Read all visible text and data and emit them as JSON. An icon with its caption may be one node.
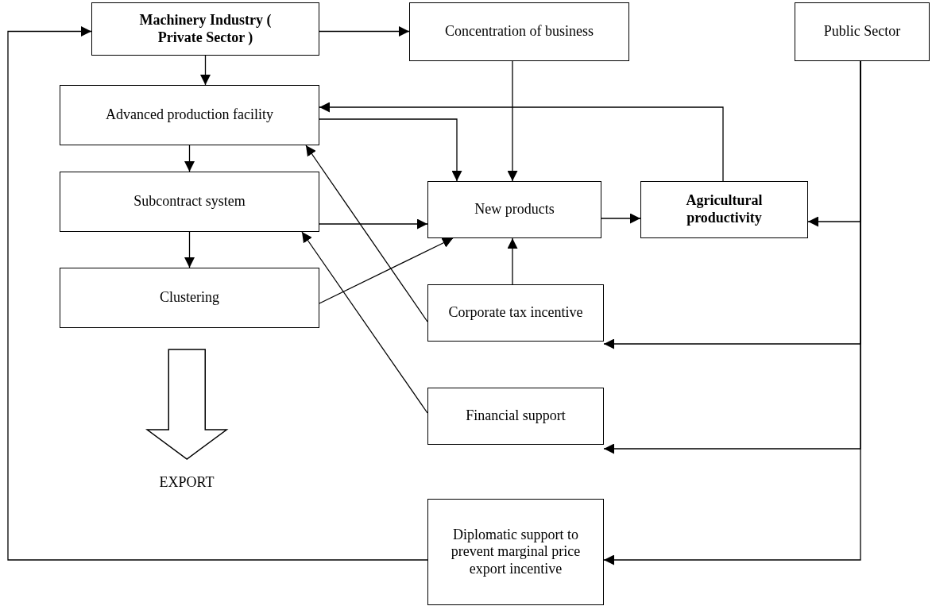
{
  "diagram": {
    "nodes": [
      {
        "text": [
          "Machinery Industry ( Private Sector )"
        ]
      },
      {
        "text": [
          "Concentration of business"
        ]
      },
      {
        "text": [
          "Public Sector"
        ]
      },
      {
        "text": [
          "Advanced production facility"
        ]
      },
      {
        "text": [
          "Subcontract system"
        ]
      },
      {
        "text": [
          "New products"
        ]
      },
      {
        "text": [
          "Agricultural productivity"
        ]
      },
      {
        "text": [
          "Clustering"
        ]
      },
      {
        "text": [
          "Corporate tax incentive"
        ]
      },
      {
        "text": [
          "Financial support"
        ]
      },
      {
        "text": [
          "EXPORT"
        ]
      },
      {
        "text": [
          "Diplomatic support to prevent marginal price export incentive"
        ]
      }
    ],
    "edges": [
      {
        "from": 0,
        "to": 1,
        "arrow": "to"
      },
      {
        "from": 0,
        "to": 3,
        "arrow": "to"
      },
      {
        "from": 3,
        "to": 4,
        "arrow": "to"
      },
      {
        "from": 4,
        "to": 7,
        "arrow": "to"
      },
      {
        "from": 7,
        "to": 10,
        "arrow": "to"
      },
      {
        "from": 1,
        "to": 5,
        "arrow": "to"
      },
      {
        "from": 3,
        "to": 5,
        "arrow": "to"
      },
      {
        "from": 6,
        "to": 3,
        "arrow": "to"
      },
      {
        "from": 4,
        "to": 5,
        "arrow": "to"
      },
      {
        "from": 5,
        "to": 6,
        "arrow": "to"
      },
      {
        "from": 7,
        "to": 5,
        "arrow": "to"
      },
      {
        "from": 8,
        "to": 5,
        "arrow": "to"
      },
      {
        "from": 8,
        "to": 3,
        "arrow": "to"
      },
      {
        "from": 9,
        "to": 4,
        "arrow": "to"
      },
      {
        "from": 2,
        "to": 6,
        "arrow": "to"
      },
      {
        "from": 2,
        "to": 8,
        "arrow": "to"
      },
      {
        "from": 2,
        "to": 9,
        "arrow": "to"
      },
      {
        "from": 2,
        "to": 11,
        "arrow": "to"
      },
      {
        "from": 11,
        "to": 0,
        "arrow": "to"
      }
    ]
  }
}
